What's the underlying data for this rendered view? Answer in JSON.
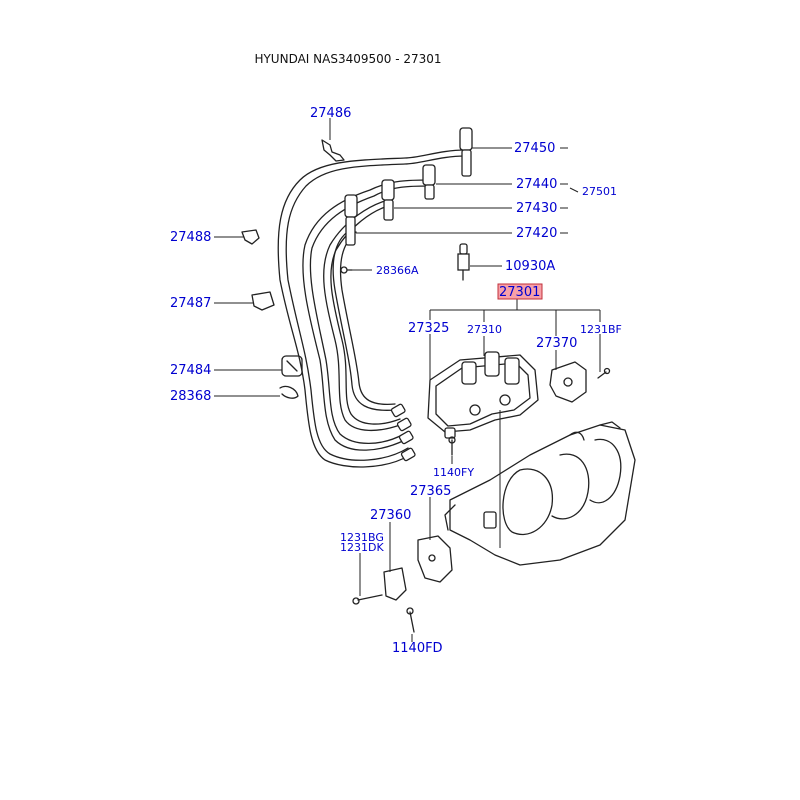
{
  "title": "HYUNDAI NAS3409500 - 27301",
  "accent_color": "#0000d0",
  "highlight_color": "#f7a0a8",
  "labels": {
    "p27486": "27486",
    "p27450": "27450",
    "p27440": "27440",
    "p27501": "27501",
    "p27430": "27430",
    "p27420": "27420",
    "p27488": "27488",
    "p28366a": "28366A",
    "p10930a": "10930A",
    "p27301": "27301",
    "p27487": "27487",
    "p27325": "27325",
    "p27310": "27310",
    "p1231bf": "1231BF",
    "p27370": "27370",
    "p27484": "27484",
    "p28368": "28368",
    "p1140fy": "1140FY",
    "p27365": "27365",
    "p27360": "27360",
    "p1231bg": "1231BG",
    "p1231dk": "1231DK",
    "p1140fd": "1140FD"
  }
}
